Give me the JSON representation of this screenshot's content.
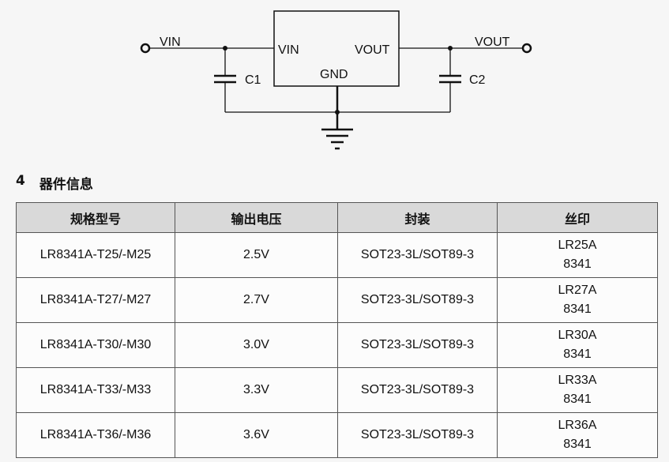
{
  "circuit": {
    "input_label": "VIN",
    "output_label": "VOUT",
    "ic_pin_in": "VIN",
    "ic_pin_out": "VOUT",
    "ic_pin_gnd": "GND",
    "cap_in": "C1",
    "cap_out": "C2"
  },
  "section": {
    "number": "4",
    "title": "器件信息"
  },
  "table": {
    "headers": [
      "规格型号",
      "输出电压",
      "封装",
      "丝印"
    ],
    "rows": [
      {
        "model": "LR8341A-T25/-M25",
        "voltage": "2.5V",
        "package": "SOT23-3L/SOT89-3",
        "marking": [
          "LR25A",
          "8341"
        ]
      },
      {
        "model": "LR8341A-T27/-M27",
        "voltage": "2.7V",
        "package": "SOT23-3L/SOT89-3",
        "marking": [
          "LR27A",
          "8341"
        ]
      },
      {
        "model": "LR8341A-T30/-M30",
        "voltage": "3.0V",
        "package": "SOT23-3L/SOT89-3",
        "marking": [
          "LR30A",
          "8341"
        ]
      },
      {
        "model": "LR8341A-T33/-M33",
        "voltage": "3.3V",
        "package": "SOT23-3L/SOT89-3",
        "marking": [
          "LR33A",
          "8341"
        ]
      },
      {
        "model": "LR8341A-T36/-M36",
        "voltage": "3.6V",
        "package": "SOT23-3L/SOT89-3",
        "marking": [
          "LR36A",
          "8341"
        ]
      }
    ]
  }
}
